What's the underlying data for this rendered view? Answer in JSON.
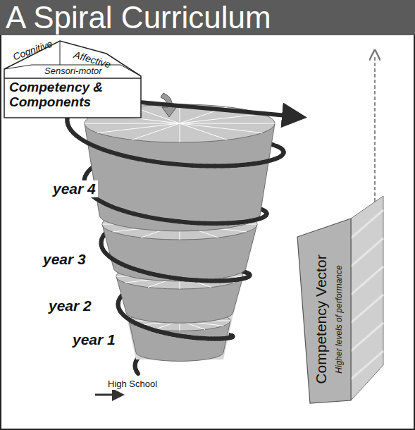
{
  "diagram": {
    "title": "A Spiral Curriculum",
    "nodes": [
      {
        "text": [
          "Cognitive",
          "Affective",
          "Sensori-motor",
          "Competency & Components"
        ]
      },
      {
        "text": [
          "Competency Vector",
          "Higher levels of performance"
        ]
      }
    ],
    "labels": [
      "year 4",
      "year 3",
      "year 2",
      "year 1",
      "High School"
    ]
  }
}
